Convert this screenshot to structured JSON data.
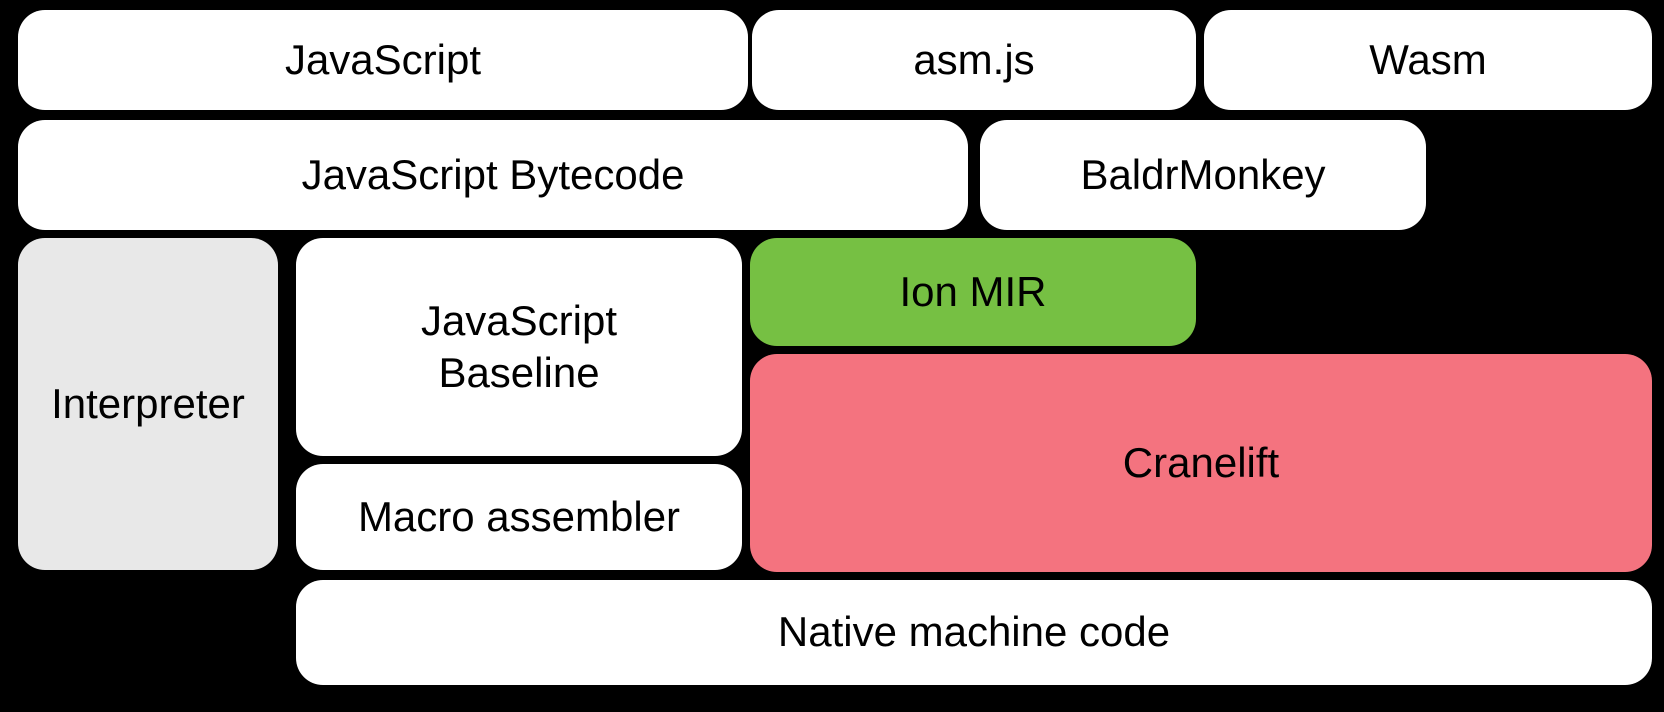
{
  "diagram": {
    "description": "Compiler pipeline diagram",
    "background_color": "#000000",
    "text_color": "#000000",
    "colors": {
      "default_box": "#ffffff",
      "interpreter_box": "#e8e8e8",
      "ion_mir_box": "#76c043",
      "cranelift_box": "#f4737f"
    },
    "nodes": [
      {
        "id": "javascript",
        "label": "JavaScript",
        "color": "#ffffff"
      },
      {
        "id": "asmjs",
        "label": "asm.js",
        "color": "#ffffff"
      },
      {
        "id": "wasm",
        "label": "Wasm",
        "color": "#ffffff"
      },
      {
        "id": "js-bytecode",
        "label": "JavaScript Bytecode",
        "color": "#ffffff"
      },
      {
        "id": "baldrmonkey",
        "label": "BaldrMonkey",
        "color": "#ffffff"
      },
      {
        "id": "interpreter",
        "label": "Interpreter",
        "color": "#e8e8e8"
      },
      {
        "id": "js-baseline",
        "label": "JavaScript\nBaseline",
        "color": "#ffffff"
      },
      {
        "id": "ion-mir",
        "label": "Ion MIR",
        "color": "#76c043"
      },
      {
        "id": "cranelift",
        "label": "Cranelift",
        "color": "#f4737f"
      },
      {
        "id": "macro-assembler",
        "label": "Macro assembler",
        "color": "#ffffff"
      },
      {
        "id": "native-code",
        "label": "Native machine code",
        "color": "#ffffff"
      }
    ]
  }
}
